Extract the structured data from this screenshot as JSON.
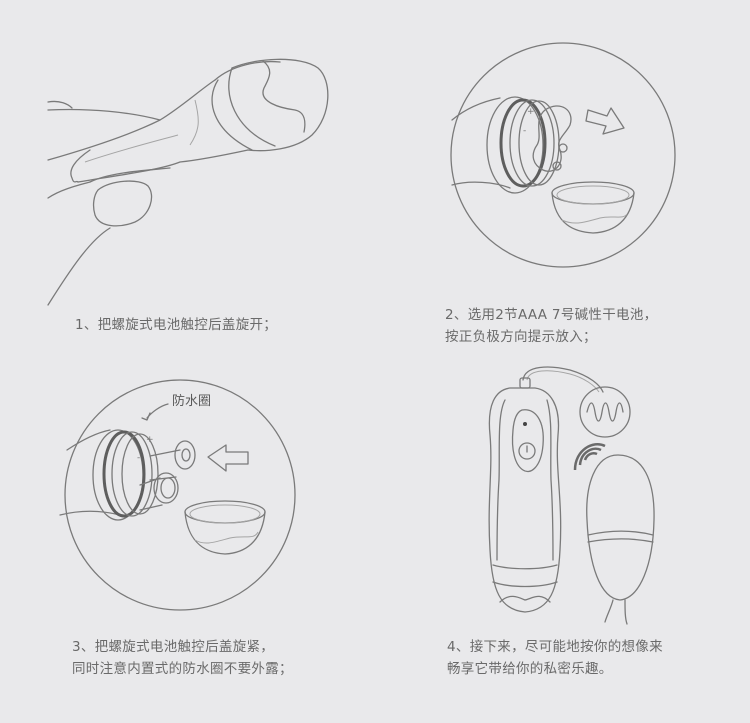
{
  "colors": {
    "background": "#e9e9eb",
    "line": "#7a7a7a",
    "text": "#6a6a6a"
  },
  "steps": [
    {
      "number": "1",
      "illustration": "hand-unscrewing-cap",
      "caption_lines": [
        "1、把螺旋式电池触控后盖旋开；"
      ]
    },
    {
      "number": "2",
      "illustration": "battery-compartment-open",
      "caption_lines": [
        "2、选用2节AAA 7号碱性干电池，",
        "按正负极方向提示放入；"
      ]
    },
    {
      "number": "3",
      "illustration": "batteries-inserted-cap-closing",
      "callout": "防水圈",
      "caption_lines": [
        "3、把螺旋式电池触控后盖旋紧，",
        "同时注意内置式的防水圈不要外露；"
      ]
    },
    {
      "number": "4",
      "illustration": "remote-and-egg-vibrator",
      "caption_lines": [
        "4、接下来，尽可能地按你的想像来",
        "畅享它带给你的私密乐趣。"
      ]
    }
  ]
}
